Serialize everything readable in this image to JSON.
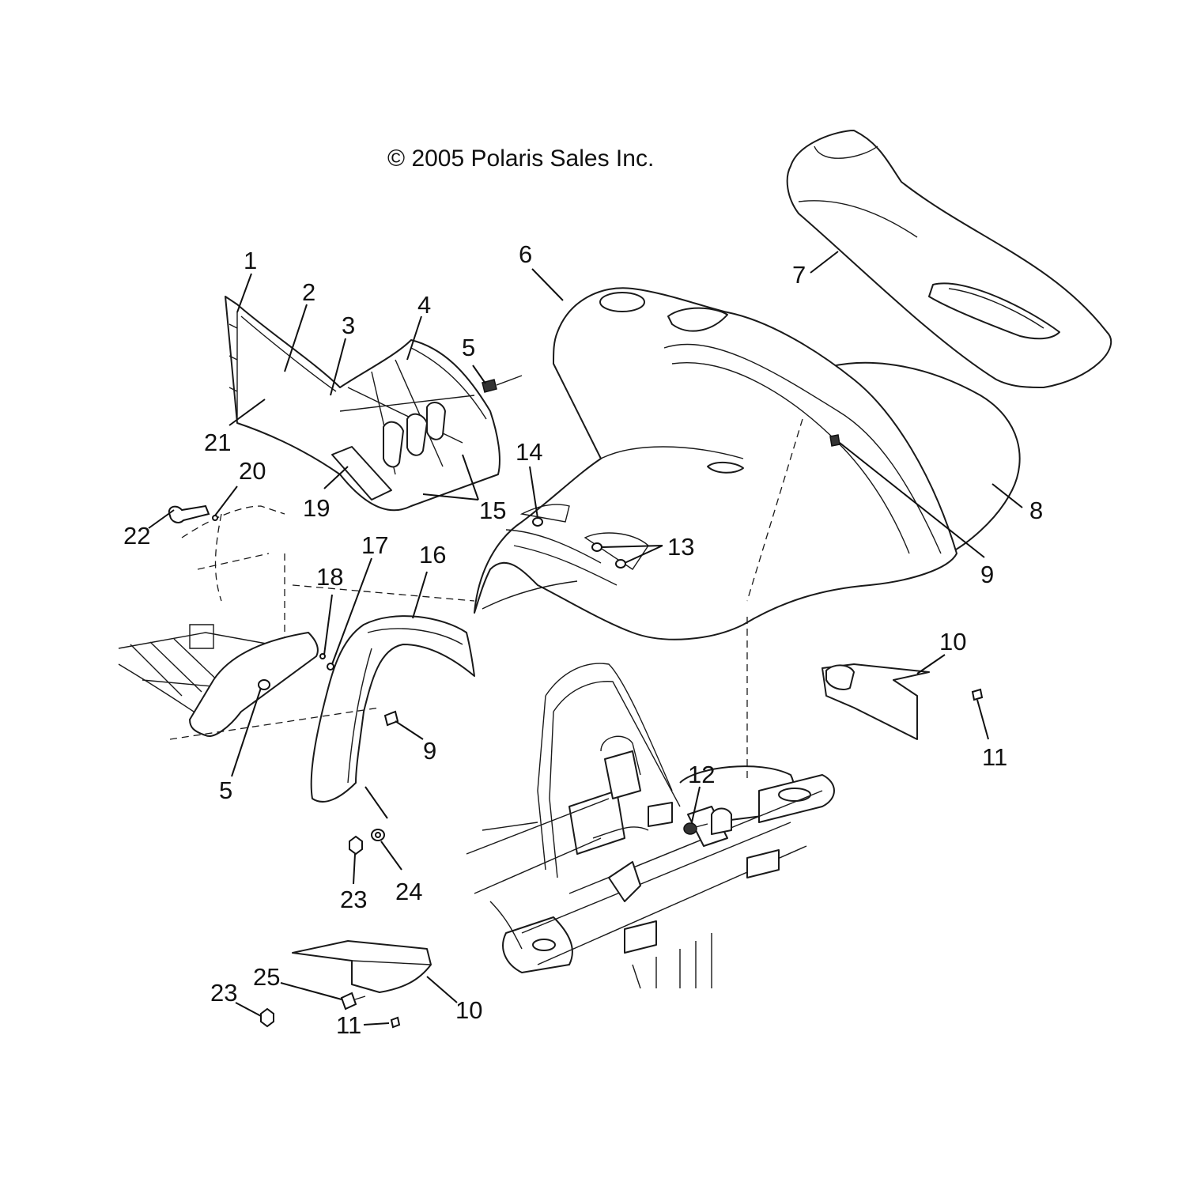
{
  "copyright": "© 2005 Polaris Sales Inc.",
  "callouts": {
    "c1": "1",
    "c2": "2",
    "c3": "3",
    "c4": "4",
    "c5a": "5",
    "c5b": "5",
    "c6": "6",
    "c7": "7",
    "c8": "8",
    "c9a": "9",
    "c9b": "9",
    "c10a": "10",
    "c10b": "10",
    "c11a": "11",
    "c11b": "11",
    "c12": "12",
    "c13": "13",
    "c14": "14",
    "c15": "15",
    "c16": "16",
    "c17": "17",
    "c18": "18",
    "c19": "19",
    "c20": "20",
    "c21": "21",
    "c22": "22",
    "c23a": "23",
    "c23b": "23",
    "c24": "24",
    "c25": "25"
  }
}
